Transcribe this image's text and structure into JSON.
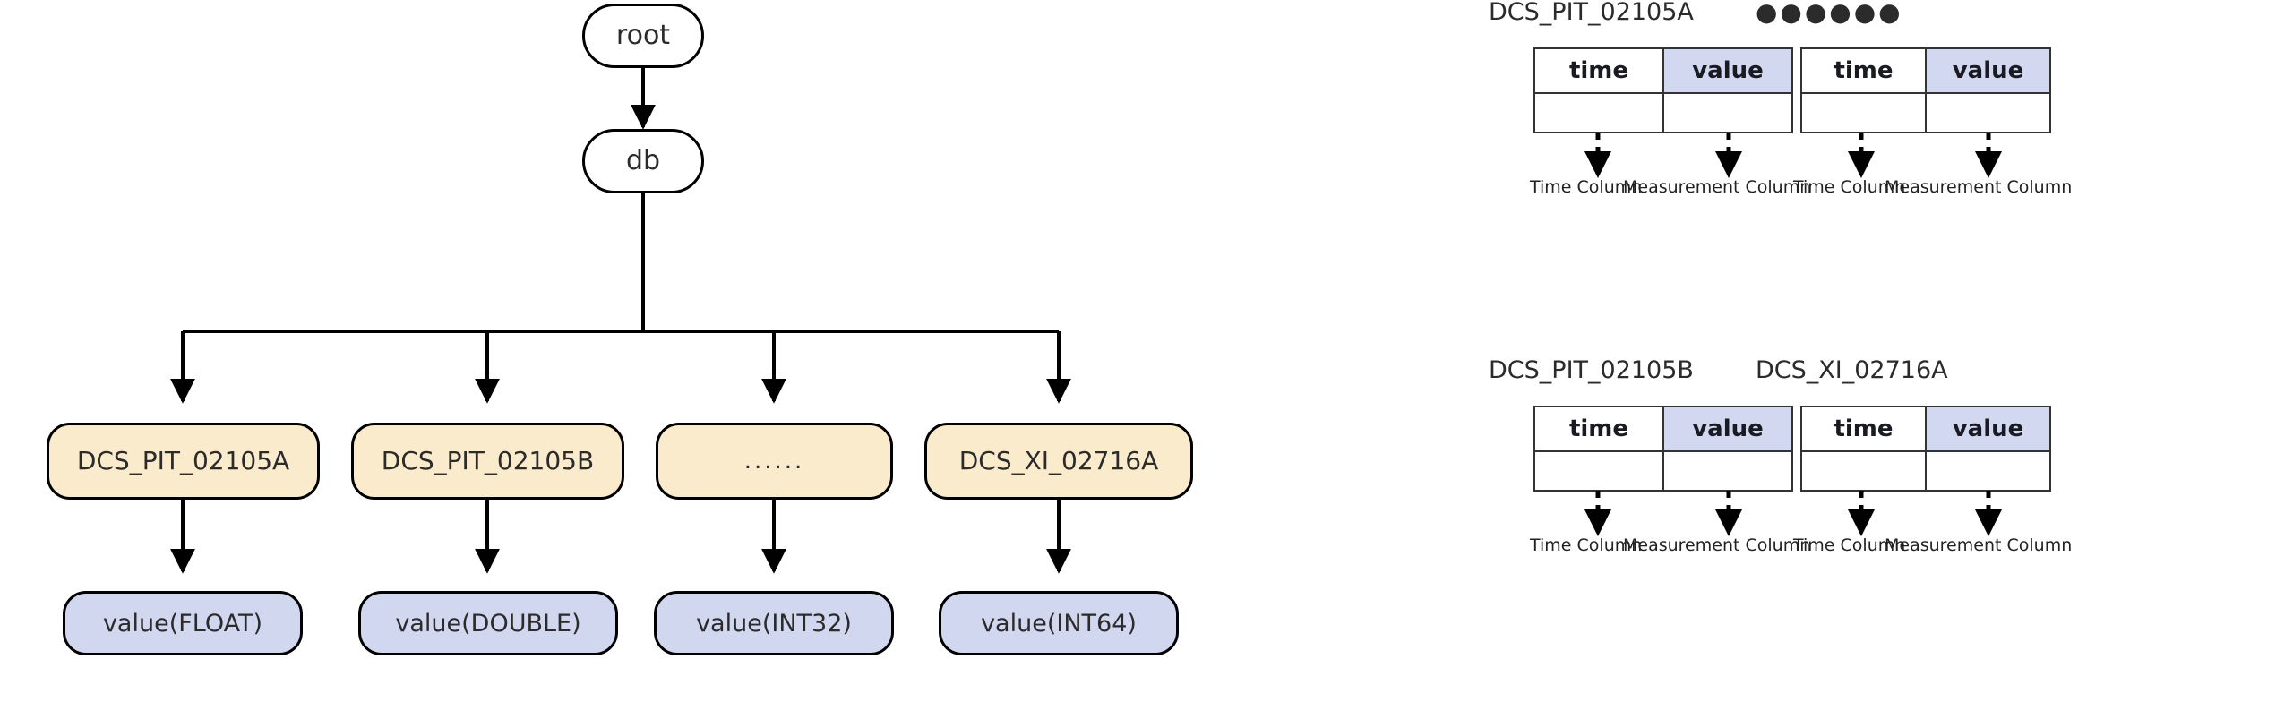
{
  "diagram": {
    "tree": {
      "root": {
        "label": "root"
      },
      "db": {
        "label": "db"
      },
      "series": [
        {
          "label": "DCS_PIT_02105A"
        },
        {
          "label": "DCS_PIT_02105B"
        },
        {
          "label": "......"
        },
        {
          "label": "DCS_XI_02716A"
        }
      ],
      "values": [
        {
          "label": "value(FLOAT)"
        },
        {
          "label": "value(DOUBLE)"
        },
        {
          "label": "value(INT32)"
        },
        {
          "label": "value(INT64)"
        }
      ]
    },
    "tables": [
      {
        "title": "DCS_PIT_02105A",
        "headers": {
          "time": "time",
          "value": "value"
        },
        "row": {
          "time": "",
          "value": ""
        },
        "captions": {
          "time": "Time Column",
          "value": "Measurement Column"
        }
      },
      {
        "title": "●●●●●●",
        "headers": {
          "time": "time",
          "value": "value"
        },
        "row": {
          "time": "",
          "value": ""
        },
        "captions": {
          "time": "Time Column",
          "value": "Measurement Column"
        }
      },
      {
        "title": "DCS_PIT_02105B",
        "headers": {
          "time": "time",
          "value": "value"
        },
        "row": {
          "time": "",
          "value": ""
        },
        "captions": {
          "time": "Time Column",
          "value": "Measurement Column"
        }
      },
      {
        "title": "DCS_XI_02716A",
        "headers": {
          "time": "time",
          "value": "value"
        },
        "row": {
          "time": "",
          "value": ""
        },
        "captions": {
          "time": "Time Column",
          "value": "Measurement Column"
        }
      }
    ]
  },
  "colors": {
    "series_fill": "#FAEBCD",
    "value_fill": "#D2D7F0",
    "table_value_header_fill": "#D2D8F0",
    "stroke": "#000000",
    "text": "#2b2b2b",
    "background": "#FFFFFF"
  }
}
